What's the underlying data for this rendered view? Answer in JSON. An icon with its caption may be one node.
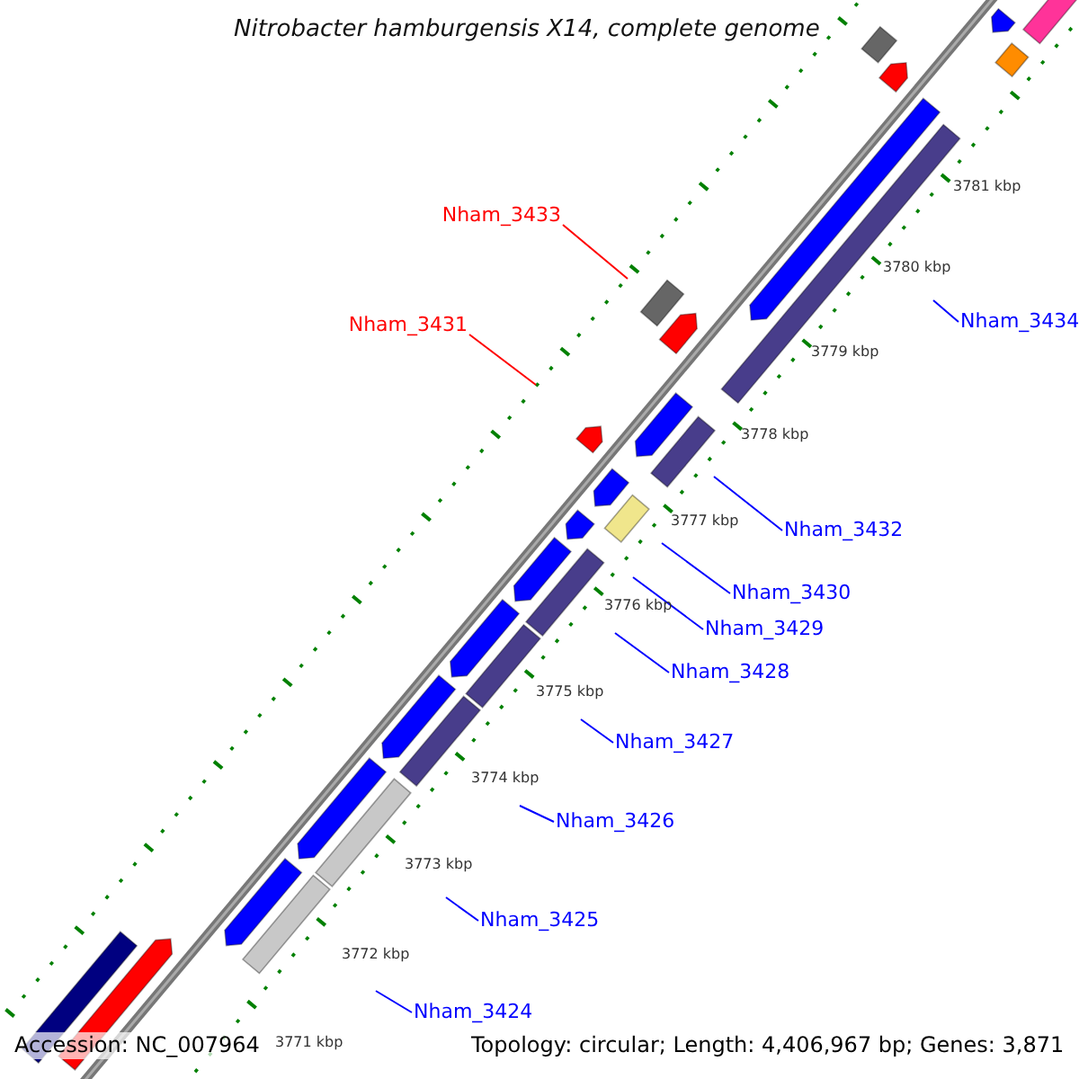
{
  "diagram": {
    "title": "Nitrobacter hamburgensis X14, complete genome",
    "nodes": [
      {
        "text": [
          "Nham_3433"
        ]
      },
      {
        "text": [
          "Nham_3434"
        ]
      },
      {
        "text": [
          "Nham_3431"
        ]
      },
      {
        "text": [
          "Nham_3432"
        ]
      },
      {
        "text": [
          "Nham_3430"
        ]
      },
      {
        "text": [
          "Nham_3429"
        ]
      },
      {
        "text": [
          "Nham_3428"
        ]
      },
      {
        "text": [
          "Nham_3427"
        ]
      },
      {
        "text": [
          "Nham_3426"
        ]
      },
      {
        "text": [
          "Nham_3425"
        ]
      },
      {
        "text": [
          "Nham_3424"
        ]
      }
    ],
    "edges": [
      {
        "from": 0,
        "to": null,
        "arrow": "none",
        "color": "#ff0000"
      },
      {
        "from": 1,
        "to": null,
        "arrow": "none"
      },
      {
        "from": 2,
        "to": null,
        "arrow": "none",
        "color": "#ff0000"
      },
      {
        "from": 3,
        "to": null,
        "arrow": "none"
      },
      {
        "from": 4,
        "to": null,
        "arrow": "none"
      },
      {
        "from": 5,
        "to": null,
        "arrow": "none"
      },
      {
        "from": 6,
        "to": null,
        "arrow": "none"
      },
      {
        "from": 7,
        "to": null,
        "arrow": "none"
      },
      {
        "from": 8,
        "to": null,
        "arrow": "none"
      },
      {
        "from": 9,
        "to": null,
        "arrow": "none"
      },
      {
        "from": 10,
        "to": null,
        "arrow": "none"
      }
    ],
    "labels": [
      "3781 kbp",
      "3780 kbp",
      "3779 kbp",
      "3778 kbp",
      "3777 kbp",
      "3776 kbp",
      "3775 kbp",
      "3774 kbp",
      "3773 kbp",
      "3772 kbp",
      "Accession: NC_007964",
      "3771 kbp",
      "Topology: circular; Length: 4,406,967 bp; Genes: 3,871"
    ]
  }
}
